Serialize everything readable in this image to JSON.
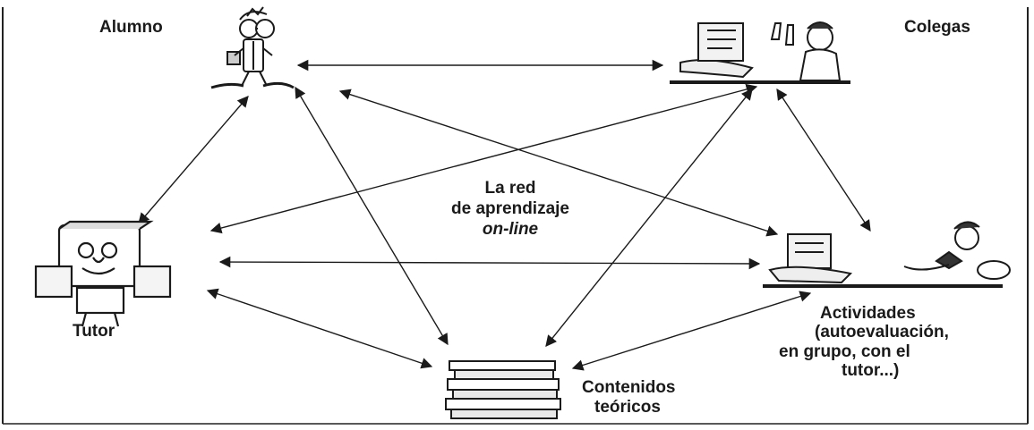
{
  "nodes": {
    "alumno": {
      "label": "Alumno",
      "icon": "student-figure"
    },
    "colegas": {
      "label": "Colegas",
      "icon": "colleagues-at-computer"
    },
    "tutor": {
      "label": "Tutor",
      "icon": "tutor-figure"
    },
    "actividades": {
      "label_lines": [
        "Actividades",
        "(autoevaluación,",
        "en grupo, con el",
        "tutor...)"
      ],
      "icon": "person-at-computer"
    },
    "contenidos": {
      "label_lines": [
        "Contenidos",
        "teóricos"
      ],
      "icon": "book-stack"
    }
  },
  "center": {
    "lines": [
      "La red",
      "de aprendizaje",
      "on-line"
    ]
  },
  "connections": [
    {
      "from": "alumno",
      "to": "colegas"
    },
    {
      "from": "alumno",
      "to": "tutor"
    },
    {
      "from": "alumno",
      "to": "contenidos"
    },
    {
      "from": "alumno",
      "to": "actividades"
    },
    {
      "from": "colegas",
      "to": "tutor"
    },
    {
      "from": "colegas",
      "to": "contenidos"
    },
    {
      "from": "colegas",
      "to": "actividades"
    },
    {
      "from": "tutor",
      "to": "actividades"
    },
    {
      "from": "tutor",
      "to": "contenidos"
    },
    {
      "from": "actividades",
      "to": "contenidos"
    }
  ]
}
